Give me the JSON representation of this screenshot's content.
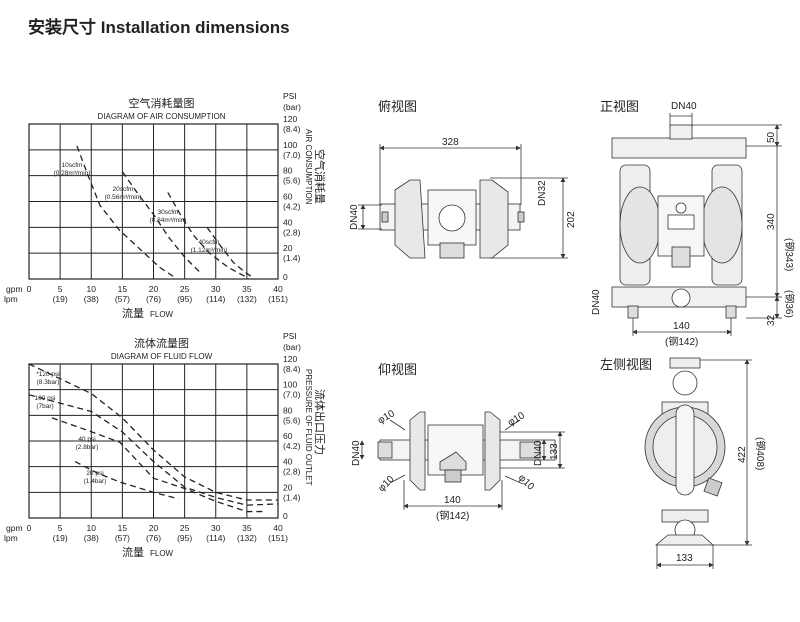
{
  "page_title": "安装尺寸 Installation dimensions",
  "chart_data": [
    {
      "type": "line",
      "title": "空气消耗量图",
      "subtitle": "DIAGRAM OF AIR CONSUMPTION",
      "xlabel_cn": "流量",
      "xlabel": "FLOW",
      "x_unit_primary": "gpm",
      "x_unit_secondary": "lpm",
      "ylabel_cn": "空气消耗量",
      "ylabel": "AIR CONSUMPTION",
      "y_unit_primary": "PSI",
      "y_unit_secondary": "(bar)",
      "xlim": [
        0,
        40
      ],
      "ylim": [
        0,
        120
      ],
      "grid": true,
      "x_ticks": [
        0,
        5,
        10,
        15,
        20,
        25,
        30,
        35,
        40
      ],
      "x_ticks_secondary": [
        "",
        "(19)",
        "(38)",
        "(57)",
        "(76)",
        "(95)",
        "(114)",
        "(132)",
        "(151)"
      ],
      "y_ticks": [
        0,
        20,
        40,
        60,
        80,
        100,
        120
      ],
      "y_ticks_secondary": [
        "",
        "(1.4)",
        "(2.8)",
        "(4.2)",
        "(5.6)",
        "(7.0)",
        "(8.4)"
      ],
      "series": [
        {
          "name": "10scfm",
          "label2": "(0.28m³/min)",
          "x": [
            7.7,
            9.5,
            11.4,
            14.5,
            18.3,
            21,
            23.5
          ],
          "y": [
            103,
            80,
            57,
            38,
            21,
            9,
            1
          ]
        },
        {
          "name": "20scfm",
          "label2": "(0.56m³/min)",
          "x": [
            15,
            17.5,
            20,
            22.5,
            25,
            27.5
          ],
          "y": [
            83,
            66,
            50,
            32,
            17,
            5
          ]
        },
        {
          "name": "30scfm",
          "label2": "(0.84m³/min)",
          "x": [
            22.3,
            24.3,
            26.4,
            29,
            32,
            34.7
          ],
          "y": [
            67,
            50,
            34,
            20,
            9,
            2
          ]
        },
        {
          "name": "40scfm",
          "label2": "(1.12m³/min)",
          "x": [
            28.6,
            30.7,
            32.8,
            34.5,
            36
          ],
          "y": [
            40,
            26,
            13,
            6,
            1
          ]
        }
      ]
    },
    {
      "type": "line",
      "title": "流体流量图",
      "subtitle": "DIAGRAM OF FLUID FLOW",
      "xlabel_cn": "流量",
      "xlabel": "FLOW",
      "x_unit_primary": "gpm",
      "x_unit_secondary": "lpm",
      "ylabel_cn": "流体出口压力",
      "ylabel": "PRESSURE OF FLUID OUTLET",
      "y_unit_primary": "PSI",
      "y_unit_secondary": "(bar)",
      "xlim": [
        0,
        40
      ],
      "ylim": [
        0,
        120
      ],
      "grid": true,
      "x_ticks": [
        0,
        5,
        10,
        15,
        20,
        25,
        30,
        35,
        40
      ],
      "x_ticks_secondary": [
        "",
        "(19)",
        "(38)",
        "(57)",
        "(76)",
        "(95)",
        "(114)",
        "(132)",
        "(151)"
      ],
      "y_ticks": [
        0,
        20,
        40,
        60,
        80,
        100,
        120
      ],
      "y_ticks_secondary": [
        "",
        "(1.4)",
        "(2.8)",
        "(4.2)",
        "(5.6)",
        "(7.0)",
        "(8.4)"
      ],
      "series": [
        {
          "name": "*120 psi",
          "label2": "(8.3bar)",
          "x": [
            0,
            10,
            15,
            20,
            25,
            30,
            35,
            40
          ],
          "y": [
            120,
            97,
            78,
            53,
            32,
            20,
            14,
            14
          ]
        },
        {
          "name": "100 psi",
          "label2": "(7bar)",
          "x": [
            0,
            10,
            15,
            20,
            25,
            30,
            35,
            40
          ],
          "y": [
            96,
            83,
            67,
            44,
            24,
            16,
            10,
            11
          ]
        },
        {
          "name": "40 psi",
          "label2": "(2.8bar)",
          "x": [
            3.7,
            9,
            14.6,
            20,
            25,
            30,
            35,
            38
          ],
          "y": [
            78,
            69,
            59,
            31,
            23,
            13,
            5,
            5
          ]
        },
        {
          "name": "20 psi",
          "label2": "(1.4bar)",
          "x": [
            7.4,
            11,
            14.6,
            20,
            24
          ],
          "y": [
            44,
            35,
            28,
            20,
            15
          ]
        }
      ]
    }
  ],
  "views": {
    "top": {
      "title": "俯视图",
      "dims": {
        "width": "328",
        "height": "202",
        "inlet": "DN40",
        "outlet": "DN32"
      }
    },
    "front": {
      "title": "正视图",
      "dims": {
        "top_port": "DN40",
        "top_offset": "50",
        "height": "340",
        "height_steel": "(钢343)",
        "bottom_port": "DN40",
        "base_width": "140",
        "base_width_steel": "(钢142)",
        "base_height": "32",
        "base_height_steel": "(钢36)"
      }
    },
    "bottom": {
      "title": "仰视图",
      "dims": {
        "hole": "φ10",
        "port_left": "DN40",
        "port_right": "DN40",
        "depth": "133",
        "base_width": "140",
        "base_width_steel": "(钢142)"
      }
    },
    "left": {
      "title": "左侧视图",
      "dims": {
        "height": "422",
        "height_steel": "(钢408)",
        "base_width": "133"
      }
    }
  }
}
